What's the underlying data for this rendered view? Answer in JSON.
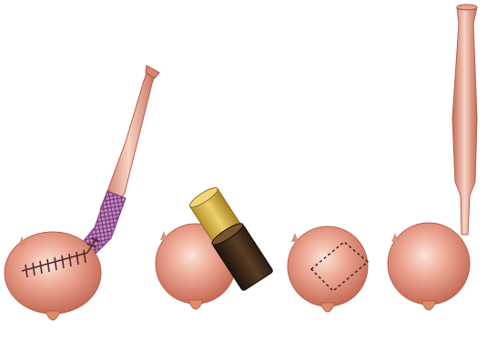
{
  "figure": {
    "panels": [
      {
        "id": "panel-1",
        "structures": [
          "bladder",
          "attached-tube",
          "stapled-suture-line",
          "mesh-wrap"
        ]
      },
      {
        "id": "panel-2",
        "structures": [
          "bladder",
          "hollow-cylinder-device"
        ]
      },
      {
        "id": "panel-3",
        "structures": [
          "bladder",
          "dashed-rectangle-outline"
        ]
      },
      {
        "id": "panel-4",
        "structures": [
          "bladder",
          "vertical-tube"
        ]
      }
    ],
    "colors": {
      "background": "#ffffff",
      "tissue_light": "#f6c7b4",
      "tissue_mid": "#e79a85",
      "tissue_dark": "#c76b58",
      "device_gold": "#c9a63a",
      "device_gold_light": "#e6c85a",
      "device_dark": "#3a2a1c",
      "mesh_purple": "#8f4a9b",
      "stitches": "#5a2f38"
    }
  }
}
